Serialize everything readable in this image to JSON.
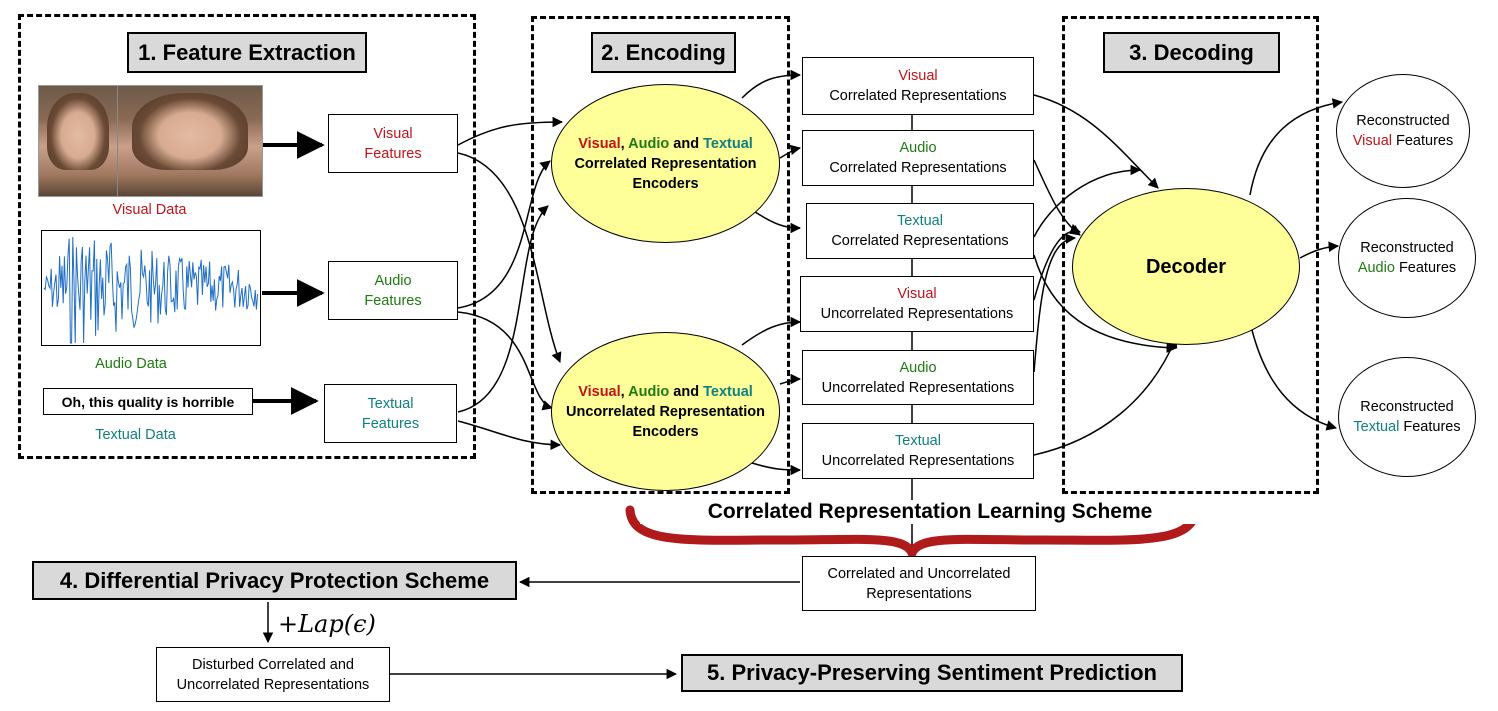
{
  "sections": {
    "feature_extraction": "1. Feature Extraction",
    "encoding": "2. Encoding",
    "decoding": "3. Decoding",
    "privacy": "4. Differential Privacy Protection Scheme",
    "prediction": "5. Privacy-Preserving Sentiment Prediction"
  },
  "inputs": {
    "visual_caption": "Visual Data",
    "audio_caption": "Audio Data",
    "text_sample": "Oh, this quality is horrible",
    "text_caption": "Textual Data"
  },
  "features": {
    "visual": {
      "mod": "Visual",
      "label": "Features"
    },
    "audio": {
      "mod": "Audio",
      "label": "Features"
    },
    "textual": {
      "mod": "Textual",
      "label": "Features"
    }
  },
  "encoders": {
    "visual": "Visual",
    "comma": ", ",
    "audio": "Audio",
    "and": " and ",
    "textual": "Textual",
    "correlated_line2": "Correlated Representation",
    "uncorrelated_line2": "Uncorrelated Representation",
    "line3": "Encoders"
  },
  "representations": [
    {
      "mod": "Visual",
      "label": "Correlated Representations"
    },
    {
      "mod": "Audio",
      "label": "Correlated Representations"
    },
    {
      "mod": "Textual",
      "label": "Correlated Representations"
    },
    {
      "mod": "Visual",
      "label": "Uncorrelated Representations"
    },
    {
      "mod": "Audio",
      "label": "Uncorrelated Representations"
    },
    {
      "mod": "Textual",
      "label": "Uncorrelated Representations"
    }
  ],
  "decoder": "Decoder",
  "reconstructed": [
    {
      "pre": "Reconstructed",
      "mod": "Visual",
      "post": "Features"
    },
    {
      "pre": "Reconstructed",
      "mod": "Audio",
      "post": "Features"
    },
    {
      "pre": "Reconstructed",
      "mod": "Textual",
      "post": "Features"
    }
  ],
  "scheme_label": "Correlated Representation Learning Scheme",
  "combined": {
    "line1": "Correlated and Uncorrelated",
    "line2": "Representations"
  },
  "noise": "+Lap(ϵ)",
  "disturbed": {
    "line1": "Disturbed Correlated and",
    "line2": "Uncorrelated Representations"
  },
  "colors": {
    "visual": "#c0141a",
    "audio": "#1f7a12",
    "textual": "#0f7f7f",
    "encoder_fill": "#ffff99",
    "title_fill": "#d9d9d9",
    "brace": "#b01a1a",
    "waveform": "#1f6fc4"
  }
}
